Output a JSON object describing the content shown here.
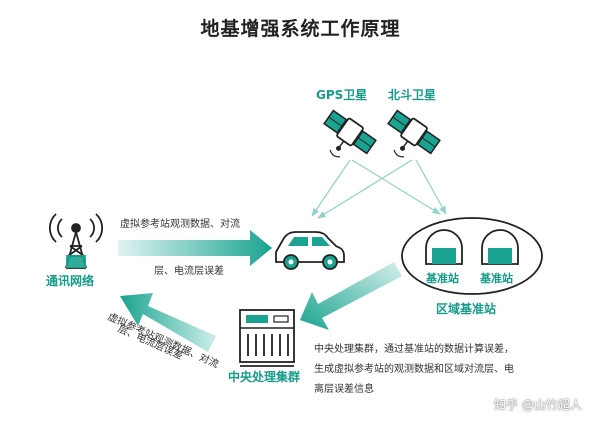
{
  "title": "地基增强系统工作原理",
  "labels": {
    "gps": "GPS卫星",
    "beidou": "北斗卫星",
    "network": "通讯网络",
    "station1": "基准站",
    "station2": "基准站",
    "region": "区域基准站",
    "center": "中央处理集群"
  },
  "arrow_top": {
    "line1": "虚拟参考站观测数据、对流",
    "line2": "层、电流层误差"
  },
  "arrow_diag": {
    "line1": "虚拟参考站观测数据、对流",
    "line2": "层、电流层误差"
  },
  "center_desc": {
    "line1": "中央处理集群，通过基准站的数据计算误差，",
    "line2": "生成虚拟参考站的观测数据和区域对流层、电",
    "line3": "离层误差信息"
  },
  "watermark": "知乎 @山竹超人",
  "colors": {
    "accent": "#169c8a",
    "accent_light": "#a8ddd5",
    "line": "#222222"
  }
}
